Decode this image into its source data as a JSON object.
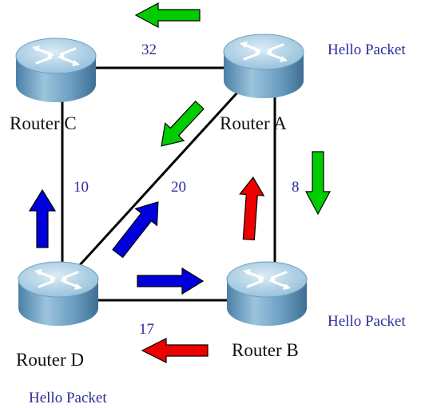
{
  "routers": {
    "c": {
      "label": "Router C"
    },
    "a": {
      "label": "Router A"
    },
    "d": {
      "label": "Router D"
    },
    "b": {
      "label": "Router B"
    }
  },
  "links": {
    "c_a": {
      "cost": "32"
    },
    "c_d": {
      "cost": "10"
    },
    "a_d": {
      "cost": "20"
    },
    "a_b": {
      "cost": "8"
    },
    "d_b": {
      "cost": "17"
    }
  },
  "hello_labels": {
    "a": "Hello Packet",
    "b": "Hello Packet",
    "d": "Hello Packet"
  },
  "colors": {
    "hello_a": "#00cc00",
    "hello_b": "#ee0000",
    "hello_d": "#0000dd",
    "label_text": "#2d2d9c",
    "router_top": "#a9cde2",
    "router_side": "#5a8fb4"
  }
}
